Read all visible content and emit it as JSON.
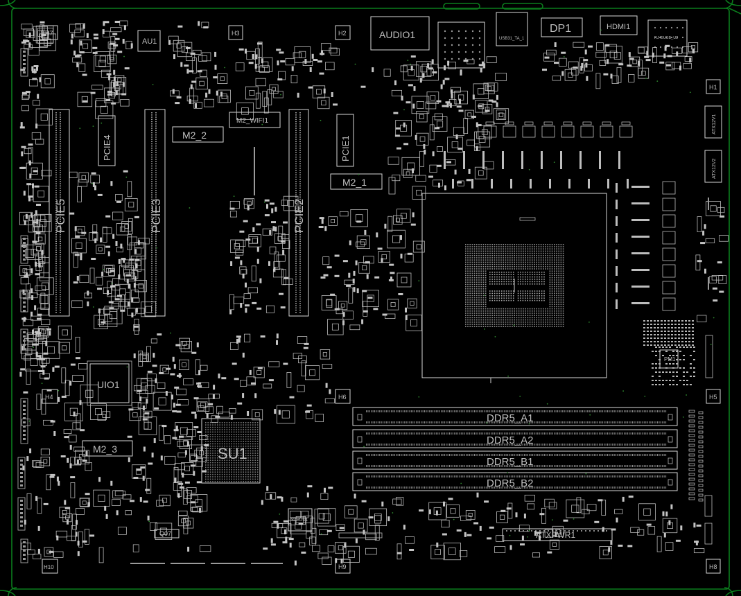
{
  "board": {
    "edge_color": "#0b7d1d",
    "silk_color": "#d8d8d8",
    "background": "#000000"
  },
  "labels": {
    "pcie5": "PCIE5",
    "pcie4": "PCIE4",
    "pcie3": "PCIE3",
    "pcie2": "PCIE2",
    "pcie1": "PCIE1",
    "m2_2": "M2_2",
    "m2_1": "M2_1",
    "m2_3": "M2_3",
    "m2_wifi1": "M2_WIFI1",
    "audio1": "AUDIO1",
    "dp1": "DP1",
    "hdmi1": "HDMI1",
    "usb31": "USB31_TA_1",
    "rj45": "RJ45USB_U2",
    "au1": "AU1",
    "uio1": "UIO1",
    "su1": "SU1",
    "pm1": "PM1",
    "ddr5_a1": "DDR5_A1",
    "ddr5_a2": "DDR5_A2",
    "ddr5_b1": "DDR5_B1",
    "ddr5_b2": "DDR5_B2",
    "atxpwr1": "ATXPWR1",
    "atx12v1": "ATX12V1",
    "atx12v2": "ATX12V2",
    "q07": "Q07",
    "sabuu1": "SABUU1",
    "h1": "H1",
    "h2": "H2",
    "h3": "H3",
    "h4": "H4",
    "h5": "H5",
    "h6": "H6",
    "h7": "H7",
    "h8": "H8",
    "h9": "H9",
    "h10": "H10"
  }
}
